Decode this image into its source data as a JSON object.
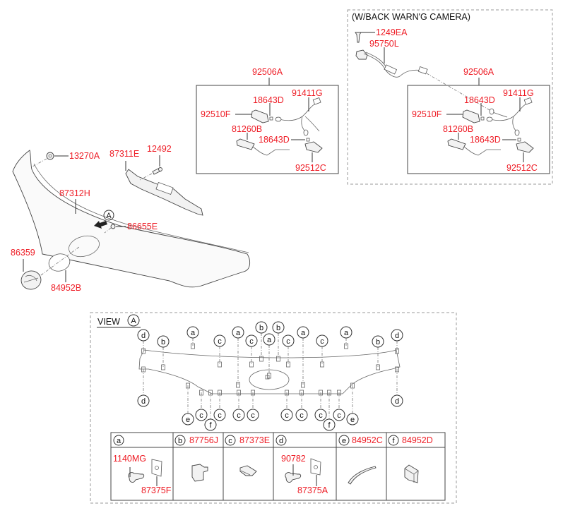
{
  "main_assembly": {
    "labels": {
      "grommet": "13270A",
      "garnish_bracket": "87311E",
      "screw": "12492",
      "garnish": "87312H",
      "view_marker": "A",
      "nut": "86655E",
      "emblem": "86359",
      "emblem_tape": "84952B"
    }
  },
  "lamp_group_left": {
    "header": "92506A",
    "labels": {
      "socket_top": "18643D",
      "harness": "91411G",
      "lamp_left": "92510F",
      "lamp_lens": "81260B",
      "socket_bottom": "18643D",
      "lamp_right": "92512C"
    }
  },
  "camera_group": {
    "title": "(W/BACK WARN'G CAMERA)",
    "labels": {
      "screw": "1249EA",
      "camera": "95750L"
    },
    "lamp_group": {
      "header": "92506A",
      "labels": {
        "socket_top": "18643D",
        "harness": "91411G",
        "lamp_left": "92510F",
        "lamp_lens": "81260B",
        "socket_bottom": "18643D",
        "lamp_right": "92512C"
      }
    }
  },
  "view_a": {
    "title": "VIEW",
    "marker": "A",
    "callouts_top": [
      "d",
      "b",
      "a",
      "c",
      "a",
      "c",
      "b",
      "a",
      "b",
      "c",
      "a",
      "c",
      "a",
      "b",
      "d"
    ],
    "callouts_bottom": [
      "d",
      "e",
      "c",
      "f",
      "c",
      "c",
      "c",
      "c",
      "c",
      "c",
      "f",
      "c",
      "e",
      "d"
    ],
    "legend": [
      {
        "key": "a",
        "parts": [
          "1140MG",
          "87375F"
        ]
      },
      {
        "key": "b",
        "parts": [
          "87756J"
        ]
      },
      {
        "key": "c",
        "parts": [
          "87373E"
        ]
      },
      {
        "key": "d",
        "parts": [
          "90782",
          "87375A"
        ]
      },
      {
        "key": "e",
        "parts": [
          "84952C"
        ]
      },
      {
        "key": "f",
        "parts": [
          "84952D"
        ]
      }
    ]
  }
}
